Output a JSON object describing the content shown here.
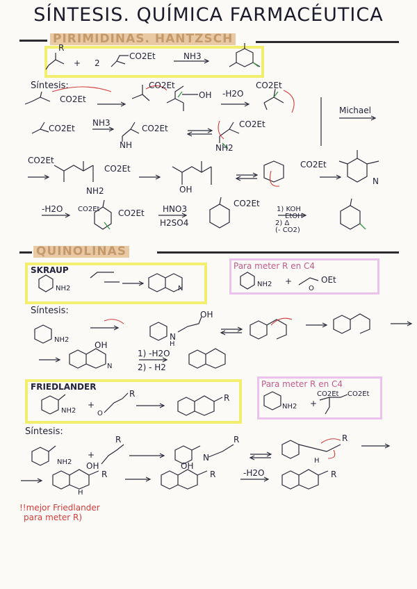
{
  "title": "SÍNTESIS. QUÍMICA FARMACÉUTICA",
  "section1": {
    "title": "PIRIMIDINAS. HANTZSCH",
    "reaction": {
      "reagent": "CO2Et",
      "coef": "2",
      "plus": "+",
      "ammonia": "NH3",
      "r": "R"
    },
    "synthesis_label": "Síntesis:",
    "row1": {
      "ester": "CO2Et",
      "ester2": "CO2Et",
      "oh": "OH",
      "water": "-H2O",
      "ester3": "CO2Et"
    },
    "michael_label": "Michael",
    "row2": {
      "ester": "CO2Et",
      "reagent": "NH3",
      "ester2": "CO2Et",
      "nh": "NH",
      "ester3": "CO2Et",
      "nh2": "NH2"
    },
    "row3": {
      "ester": "CO2Et",
      "ester2": "CO2Et",
      "nh2": "NH2",
      "oh": "OH",
      "ester3": "CO2Et",
      "n": "N"
    },
    "row4": {
      "water": "-H2O",
      "ester": "CO2Et",
      "ester2": "CO2Et",
      "hno3": "HNO3",
      "h2so4": "H2SO4",
      "koh": "1) KOH",
      "etoh": "EtOH",
      "heat": "2) Δ",
      "co2": "(- CO2)"
    }
  },
  "section2": {
    "title": "QUINOLINAS",
    "skraup": {
      "label": "SKRAUP",
      "nh2": "NH2",
      "n": "N"
    },
    "c4_note_1": {
      "text": "Para meter R en C4",
      "nh2": "NH2",
      "plus": "+",
      "oet": "OEt",
      "o": "O"
    },
    "synthesis_label": "Síntesis:",
    "row1": {
      "nh2": "NH2",
      "oh": "OH",
      "n": "N",
      "h": "H"
    },
    "row2": {
      "oh": "OH",
      "n": "N",
      "step1": "1) -H2O",
      "step2": "2) - H2"
    },
    "friedlander": {
      "label": "FRIEDLANDER",
      "nh2": "NH2",
      "plus": "+",
      "o": "O",
      "r": "R"
    },
    "c4_note_2": {
      "text": "Para meter R en C4",
      "nh2": "NH2",
      "plus": "+",
      "ester": "CO2Et",
      "ester2": "CO2Et"
    },
    "synthesis_label_2": "Síntesis:",
    "row3": {
      "nh2": "NH2",
      "plus": "+",
      "r": "R",
      "n": "N",
      "h": "H"
    },
    "row4": {
      "oh": "OH",
      "r": "R",
      "water": "-H2O",
      "h": "H"
    },
    "note": {
      "line1": "!!mejor Friedlander",
      "line2": "para meter R)"
    }
  }
}
